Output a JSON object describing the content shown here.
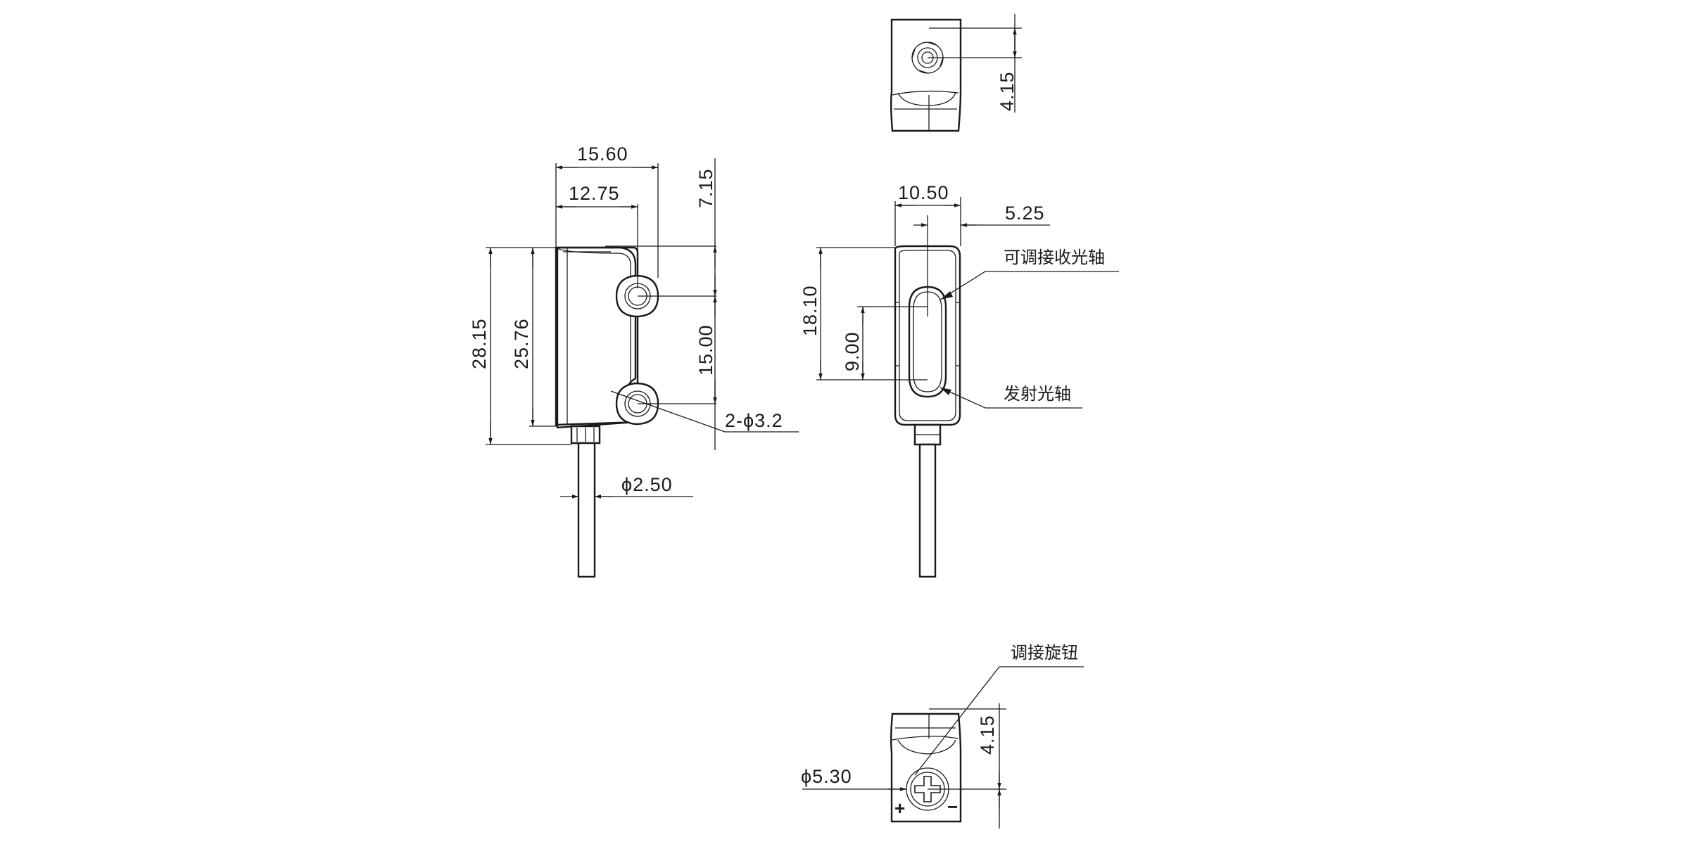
{
  "drawing": {
    "dimensions": {
      "top_view_offset": "4.15",
      "side_total_width": "15.60",
      "side_hole_width": "12.75",
      "side_top_offset": "7.15",
      "side_total_height": "28.15",
      "side_body_height": "25.76",
      "side_hole_spacing": "15.00",
      "mount_holes": "2-ϕ3.2",
      "cable_diameter": "ϕ2.50",
      "front_width": "10.50",
      "front_half_width": "5.25",
      "front_height": "18.10",
      "front_axis_spacing": "9.00",
      "bottom_view_offset": "4.15",
      "knob_diameter": "ϕ5.30"
    },
    "labels": {
      "receive_axis": "可调接收光轴",
      "emit_axis": "发射光轴",
      "adjust_knob": "调接旋钮"
    },
    "knob_symbols": {
      "plus": "+",
      "minus": "−"
    }
  }
}
